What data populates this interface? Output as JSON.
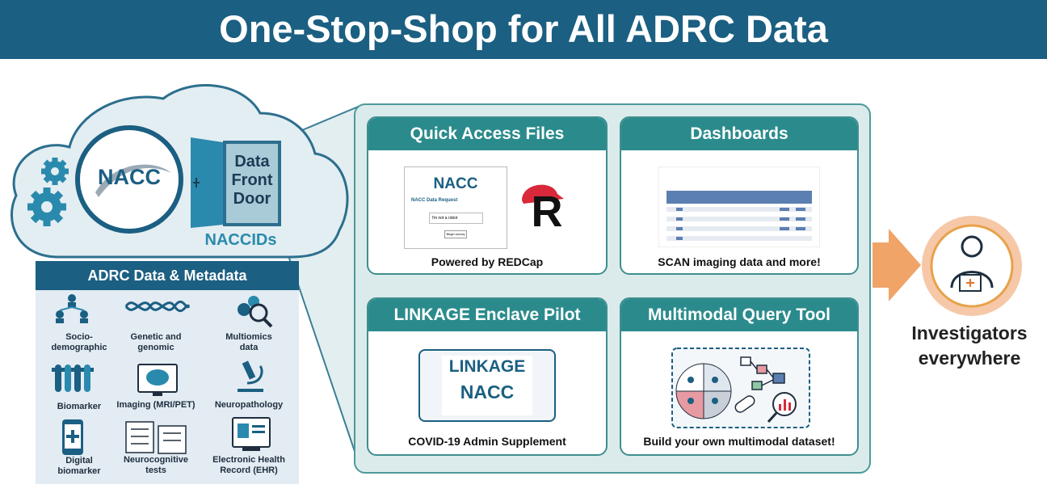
{
  "banner": {
    "title": "One-Stop-Shop for All ADRC Data"
  },
  "cloud": {
    "logo_text": "NACC",
    "door_lines": [
      "Data",
      "Front",
      "Door"
    ],
    "naccids_label": "NACCIDs"
  },
  "metadata_panel": {
    "title": "ADRC Data & Metadata",
    "categories": [
      {
        "lines": [
          "Socio-",
          "demographic"
        ],
        "icon": "people-network-icon"
      },
      {
        "lines": [
          "Genetic and",
          "genomic"
        ],
        "icon": "dna-icon"
      },
      {
        "lines": [
          "Multiomics",
          "data"
        ],
        "icon": "gears-search-icon"
      },
      {
        "lines": [
          "Biomarker"
        ],
        "icon": "test-tubes-icon"
      },
      {
        "lines": [
          "Imaging (MRI/PET)"
        ],
        "icon": "brain-monitor-icon"
      },
      {
        "lines": [
          "Neuropathology"
        ],
        "icon": "microscope-icon"
      },
      {
        "lines": [
          "Digital",
          "biomarker"
        ],
        "icon": "smartphone-icon"
      },
      {
        "lines": [
          "Neurocognitive",
          "tests"
        ],
        "icon": "checklist-icon"
      },
      {
        "lines": [
          "Electronic Health",
          "Record (EHR)"
        ],
        "icon": "ehr-monitor-icon"
      }
    ]
  },
  "cards": {
    "quick_access": {
      "title": "Quick Access Files",
      "caption": "Powered by REDCap",
      "form_logo": "NACC",
      "form_title": "NACC Data Request",
      "form_button": "Begin survey",
      "captcha_text": "I'm not a robot",
      "r_logo": "R"
    },
    "dashboards": {
      "title": "Dashboards",
      "caption": "SCAN imaging data and more!"
    },
    "linkage": {
      "title": "LINKAGE Enclave Pilot",
      "caption": "COVID-19 Admin Supplement",
      "logo_top": "LINKAGE",
      "logo_bottom": "NACC"
    },
    "multimodal": {
      "title": "Multimodal Query Tool",
      "caption": "Build your own multimodal dataset!"
    }
  },
  "investigators": {
    "lines": [
      "Investigators",
      "everywhere"
    ],
    "icon": "researcher-icon"
  },
  "colors": {
    "banner": "#1b5f82",
    "card_header": "#2b8b8c",
    "accent": "#2a8aad",
    "arrow": "#f0a468",
    "panel_bg": "#dbebec"
  }
}
